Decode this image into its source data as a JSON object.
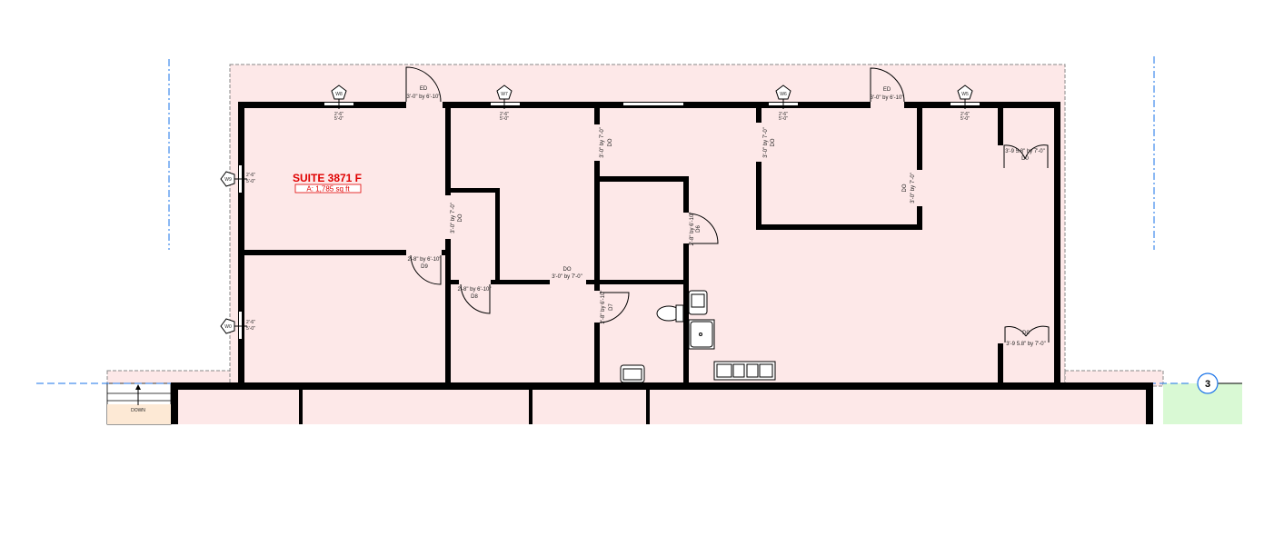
{
  "plan": {
    "suite_name": "SUITE 3871 F",
    "suite_area": "A: 1,785 sq ft",
    "stair_label": "DOWN",
    "grid_axis": "3",
    "colors": {
      "suite_fill": "#fde8e8",
      "stair_fill": "#fde9d5",
      "exterior_green": "#d9f9d4",
      "grid_blue": "#1a73e8",
      "title_red": "#e00000"
    },
    "windows": [
      {
        "tag": "W8",
        "size1": "2'-6\"",
        "size2": "5'-0\""
      },
      {
        "tag": "W7",
        "size1": "2'-6\"",
        "size2": "5'-0\""
      },
      {
        "tag": "W6",
        "size1": "2'-6\"",
        "size2": "5'-0\""
      },
      {
        "tag": "W5",
        "size1": "2'-6\"",
        "size2": "5'-0\""
      },
      {
        "tag": "W9",
        "size1": "2'-6\"",
        "size2": "5'-0\""
      },
      {
        "tag": "W0",
        "size1": "2'-6\"",
        "size2": "5'-0\""
      }
    ],
    "doors": [
      {
        "tag": "ED",
        "size": "3'-0\" by 6'-10\""
      },
      {
        "tag": "ED",
        "size": "3'-0\" by 6'-10\""
      },
      {
        "tag": "DO",
        "size": "3'-0\" by 7'-0\""
      },
      {
        "tag": "DO",
        "size": "3'-0\" by 7'-0\""
      },
      {
        "tag": "DO",
        "size": "3'-0\" by 7'-0\""
      },
      {
        "tag": "DO",
        "size": "3'-0\" by 7'-0\""
      },
      {
        "tag": "DO",
        "size": "3'-0\" by 7'-0\""
      },
      {
        "tag": "D9",
        "size": "2'-8\" by 6'-10\""
      },
      {
        "tag": "D8",
        "size": "2'-8\" by 6'-10\""
      },
      {
        "tag": "D7",
        "size": "2'-8\" by 6'-10\""
      },
      {
        "tag": "D6",
        "size": "2'-8\" by 6'-10\""
      },
      {
        "tag": "D0",
        "size": "3'-9 5.8\" by 7'-0\""
      },
      {
        "tag": "D0",
        "size": "3'-9 5.8\" by 7'-0\""
      }
    ]
  }
}
